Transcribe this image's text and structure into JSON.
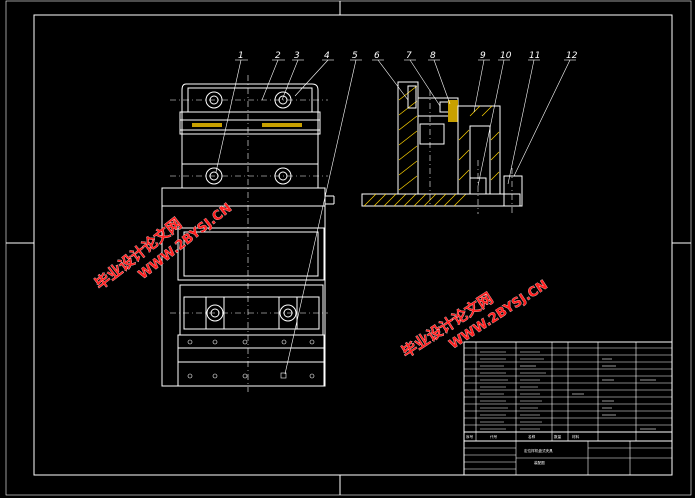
{
  "callouts": [
    "1",
    "2",
    "3",
    "4",
    "5",
    "6",
    "7",
    "8",
    "9",
    "10",
    "11",
    "12"
  ],
  "watermark": {
    "cn": "毕业设计论文网",
    "url": "WWW.2BYSJ.CN"
  },
  "title_block": {
    "drawing_title": "定位样机盘式夹具",
    "sub_title": "装配图",
    "label_no": "序号",
    "label_code": "代号",
    "label_name": "名称",
    "label_qty": "数量",
    "label_material": "材料"
  },
  "colors": {
    "background": "#000000",
    "line": "#ffffff",
    "hatch": "#ffd400",
    "watermark": "#ff2020"
  }
}
